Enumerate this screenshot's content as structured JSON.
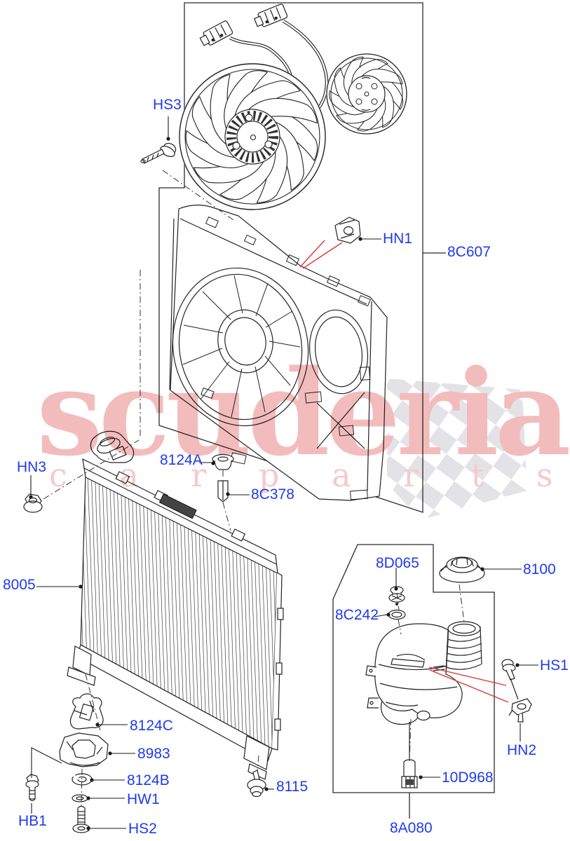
{
  "diagram": {
    "description": "Exploded parts diagram - radiator, cooling fan module and expansion tank",
    "colors": {
      "callout_blue": "#1f3af0",
      "line_black": "#222222",
      "pointer_red": "#e03434",
      "watermark_pink": "#f3bcbc",
      "watermark_pink_light": "#f6caca",
      "flag_gray": "#e3e3e7"
    },
    "watermark": {
      "brand": "scuderia",
      "subtitle": "c a r p a r t s"
    },
    "callouts": [
      {
        "text": "HS3"
      },
      {
        "text": "HN1"
      },
      {
        "text": "8C607"
      },
      {
        "text": "HN3"
      },
      {
        "text": "8124A"
      },
      {
        "text": "8C378"
      },
      {
        "text": "8005"
      },
      {
        "text": "8D065"
      },
      {
        "text": "8C242"
      },
      {
        "text": "8100"
      },
      {
        "text": "HS1"
      },
      {
        "text": "HN2"
      },
      {
        "text": "10D968"
      },
      {
        "text": "8A080"
      },
      {
        "text": "8124C"
      },
      {
        "text": "8983"
      },
      {
        "text": "8124B"
      },
      {
        "text": "HW1"
      },
      {
        "text": "HB1"
      },
      {
        "text": "HS2"
      },
      {
        "text": "8115"
      }
    ]
  }
}
